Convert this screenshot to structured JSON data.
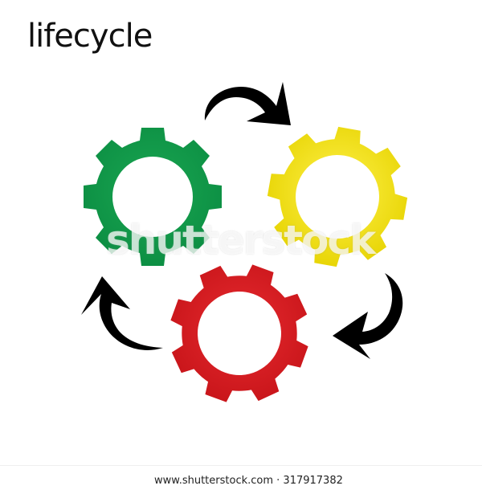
{
  "title": "lifecycle",
  "watermark": "shutterstock",
  "footer": "www.shutterstock.com · 317917382",
  "colors": {
    "green_gear": "#0e9a4a",
    "yellow_gear": "#f2e100",
    "red_gear": "#d71920",
    "arrows": "#000000"
  },
  "icons": {
    "green": "gear-icon",
    "yellow": "gear-icon",
    "red": "gear-icon",
    "arrow": "curved-arrow-icon"
  }
}
